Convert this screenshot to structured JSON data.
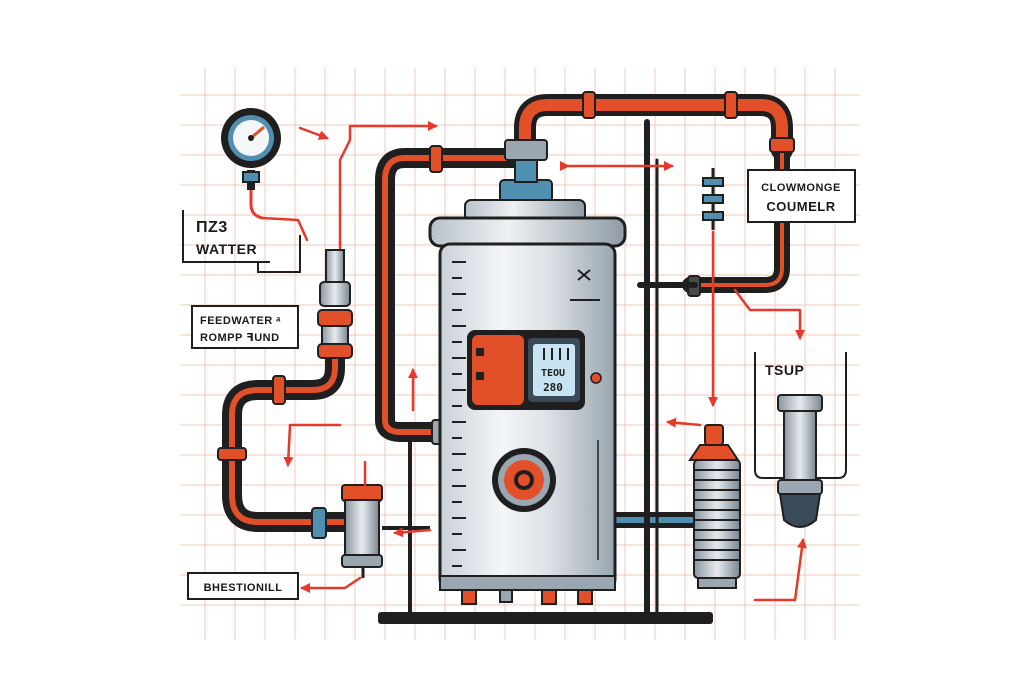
{
  "labels": {
    "water_line1": "ΠZ3",
    "water_line2": "WATTER",
    "feedwater_line1": "FEEDWATER ᵃ",
    "feedwater_line2": "ROMPP ꟻUND",
    "bottom_left": "BHESTIONILL",
    "right_top_line1": "CLOWMONGE",
    "right_top_line2": "COUMELR",
    "tsup": "TSUP"
  },
  "display": {
    "line1": "TEOU",
    "line2": "280"
  },
  "colors": {
    "pipe_dark": "#2b2b2b",
    "accent_orange": "#e2502a",
    "arrow_red": "#e8382a",
    "grid": "#f2c9b8",
    "tank_body": "#d7dde3",
    "tank_highlight": "#f4f6f8",
    "valve_blue": "#4f8fb0"
  }
}
